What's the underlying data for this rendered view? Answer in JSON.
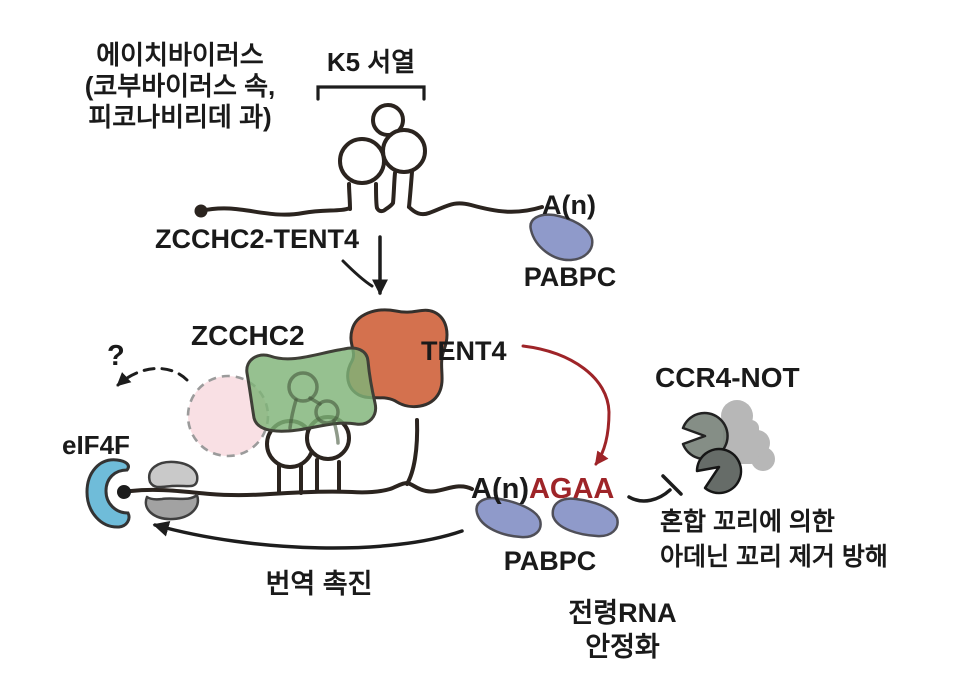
{
  "virus_annotation": {
    "lines": [
      "에이치바이러스",
      "(코부바이러스 속,",
      "피코나비리데 과)"
    ]
  },
  "k5_region": {
    "label": "K5 서열"
  },
  "recruitment": {
    "complex_label": "ZCCHC2-TENT4"
  },
  "top_mrna": {
    "polya_label": "A(n)",
    "pabpc_label": "PABPC"
  },
  "complex": {
    "zcchc2_label": "ZCCHC2",
    "tent4_label": "TENT4",
    "unknown_label": "?"
  },
  "translation_machinery": {
    "eif4f_label": "eIF4F"
  },
  "deadenylation": {
    "ccr4not_label": "CCR4-NOT",
    "note_line1": "혼합 꼬리에 의한",
    "note_line2": "아데닌 꼬리 제거 방해"
  },
  "bottom_mrna": {
    "polya_label": "A(n)",
    "mixed_tail_label": "AGAA",
    "pabpc_label": "PABPC"
  },
  "outcomes": {
    "translation_label": "번역 촉진",
    "stability_line1": "전령RNA",
    "stability_line2": "안정화"
  },
  "colors": {
    "rna": "#2b241f",
    "tent4_orange": "#d4714e",
    "zcchc2_green": "#7fb377",
    "pabpc_blue": "#8f9aca",
    "eif4f_blue": "#6fbcd9",
    "mixed_tail_red": "#9e2428",
    "pink_dashed_fill": "#f9e0e4",
    "ccr4_light": "#b7b7b7",
    "ccr4_mid": "#7b847c",
    "ccr4_dark": "#666c68",
    "ribosome_light": "#c9c9c9",
    "ribosome_dark": "#a2a2a2"
  }
}
